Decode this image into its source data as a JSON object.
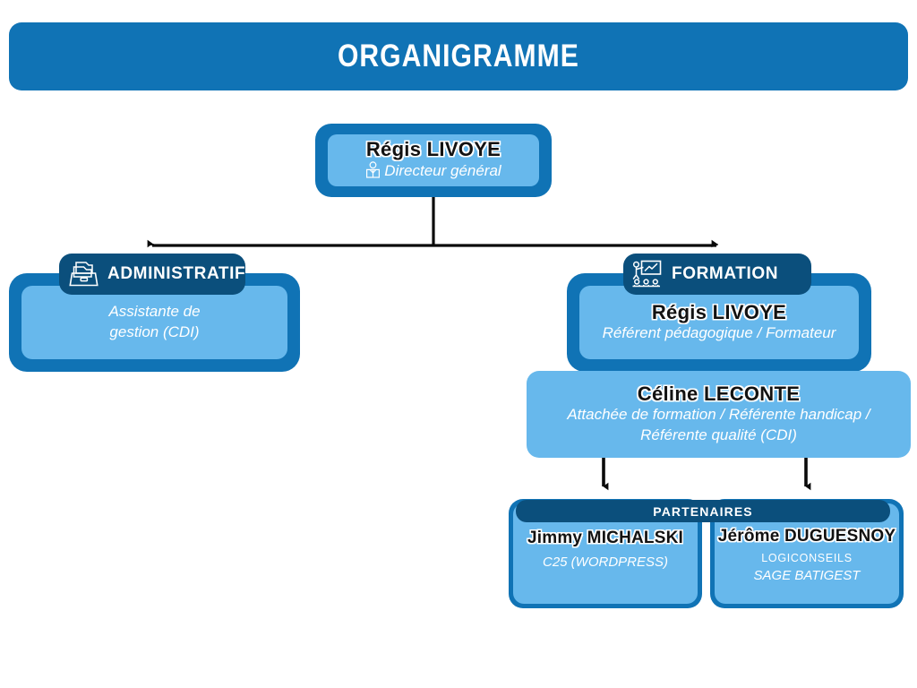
{
  "header": {
    "title": "ORGANIGRAMME"
  },
  "colors": {
    "banner_blue": "#1073B5",
    "frame_blue": "#1073B5",
    "card_light_blue": "#67B8EC",
    "pill_navy": "#0B4F7C",
    "connector_black": "#0A0A0A",
    "text_white": "#FFFFFF",
    "name_black": "#121212"
  },
  "root": {
    "name": "Régis LIVOYE",
    "role": "Directeur général",
    "role_icon": "person-manager-icon"
  },
  "branches": [
    {
      "key": "administratif",
      "label": "ADMINISTRATIF",
      "icon": "file-box-icon",
      "people": [
        {
          "name": "",
          "role_line_1": "Assistante de",
          "role_line_2": "gestion (CDI)"
        }
      ]
    },
    {
      "key": "formation",
      "label": "FORMATION",
      "icon": "classroom-training-icon",
      "people": [
        {
          "name": "Régis LIVOYE",
          "role": "Référent pédagogique / Formateur"
        },
        {
          "name": "Céline LECONTE",
          "role_line_1": "Attachée de formation / Référente handicap /",
          "role_line_2": "Référente qualité (CDI)"
        }
      ]
    }
  ],
  "partners": {
    "label": "PARTENAIRES",
    "items": [
      {
        "name": "Jimmy MICHALSKI",
        "sub_1": "C25 (WORDPRESS)",
        "sub_2": ""
      },
      {
        "name": "Jérôme DUGUESNOY",
        "sub_1": "LOGICONSEILS",
        "sub_2": "SAGE BATIGEST"
      }
    ]
  }
}
